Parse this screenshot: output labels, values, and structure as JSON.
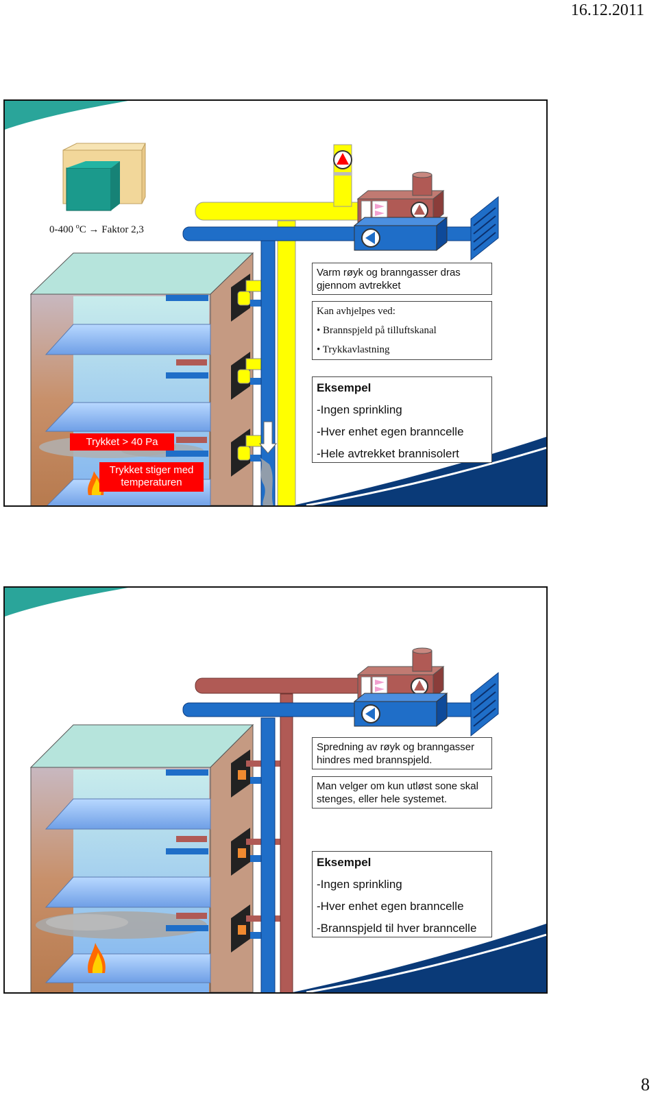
{
  "header": {
    "date": "16.12.2011"
  },
  "footer": {
    "page_number": "8"
  },
  "colors": {
    "teal": "#2aa59a",
    "navy": "#0a3a78",
    "supply_duct": "#1f6ec8",
    "exhaust_duct": "#ffff00",
    "damper_duct": "#b05a55",
    "fire_red": "#ff0000"
  },
  "slide1": {
    "caption_prefix": "0-400 ",
    "caption_sup": "o",
    "caption_suffix": "C → Faktor 2,3",
    "box_smoke": "Varm røyk og branngasser dras gjennom avtrekket",
    "box_remedy": {
      "title": "Kan avhjelpes ved:",
      "items": [
        "• Brannspjeld på tilluftskanal",
        "• Trykkavlastning"
      ]
    },
    "example": {
      "heading": "Eksempel",
      "items": [
        "-Ingen sprinkling",
        "-Hver enhet egen branncelle",
        "-Hele avtrekket brannisolert"
      ]
    },
    "label_pressure": "Trykket > 40 Pa",
    "label_temperature": "Trykket stiger med temperaturen"
  },
  "slide2": {
    "box_spread": "Spredning av røyk og branngasser hindres med brannspjeld.",
    "box_choice": "Man velger om kun utløst sone skal stenges, eller hele systemet.",
    "example": {
      "heading": "Eksempel",
      "items": [
        "-Ingen sprinkling",
        "-Hver enhet egen branncelle",
        "-Brannspjeld til hver branncelle"
      ]
    }
  }
}
